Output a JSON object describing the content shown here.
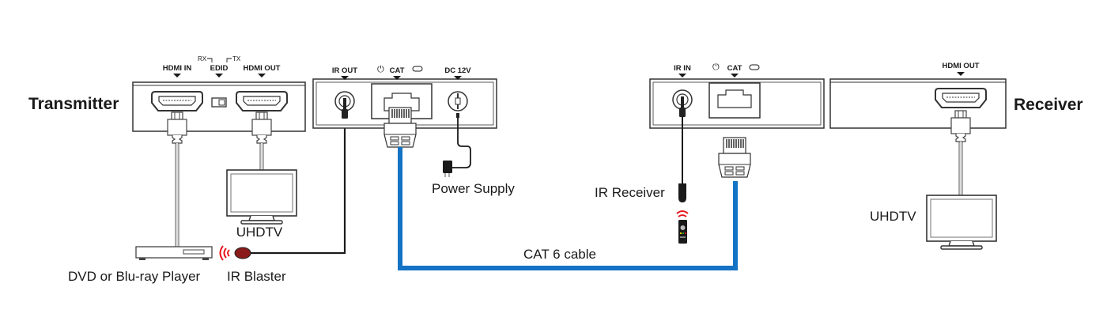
{
  "diagram": {
    "transmitter": {
      "title": "Transmitter",
      "front_ports": {
        "hdmi_in": "HDMI IN",
        "edid": "EDID",
        "edid_rx": "RX",
        "edid_tx": "TX",
        "hdmi_out": "HDMI OUT"
      },
      "rear_ports": {
        "ir_out": "IR OUT",
        "cat": "CAT",
        "dc": "DC 12V"
      }
    },
    "receiver": {
      "title": "Receiver",
      "rear_ports": {
        "ir_in": "IR IN",
        "cat": "CAT"
      },
      "front_ports": {
        "hdmi_out": "HDMI OUT"
      }
    },
    "devices": {
      "source": "DVD or Blu-ray Player",
      "ir_blaster": "IR Blaster",
      "tx_display": "UHDTV",
      "power_supply": "Power Supply",
      "ir_receiver": "IR Receiver",
      "rx_display": "UHDTV"
    },
    "cable": {
      "label": "CAT 6 cable",
      "color": "#1473c4"
    },
    "colors": {
      "outline": "#3a3a3a",
      "ir_signal": "#e8141c",
      "ir_blaster_body": "#8b1a1a"
    }
  }
}
